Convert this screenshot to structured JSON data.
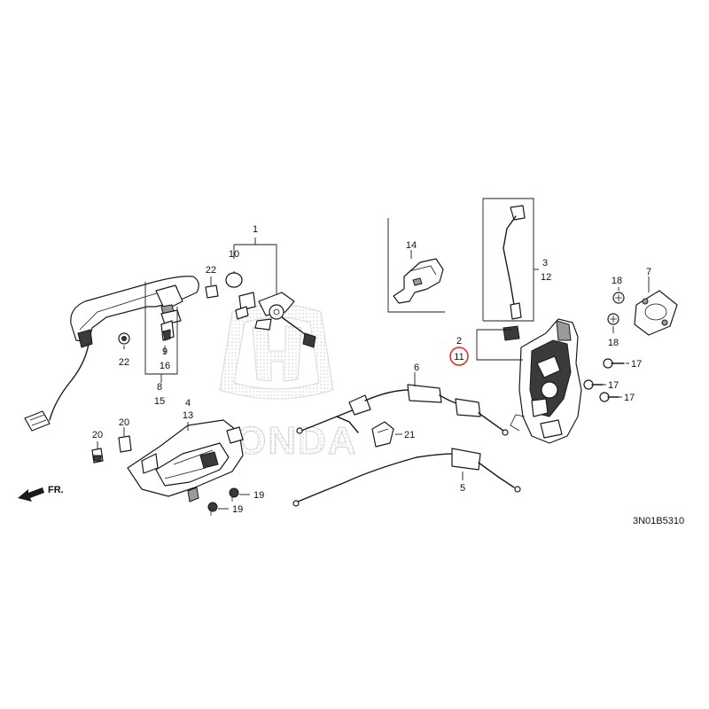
{
  "watermark": {
    "logo_text": "HONDA"
  },
  "diagram_code": "3N01B5310",
  "direction_label": "FR.",
  "callouts": {
    "c1": "1",
    "c2": "2",
    "c3": "3",
    "c4": "4",
    "c5": "5",
    "c6": "6",
    "c7": "7",
    "c8": "8",
    "c9": "9",
    "c10": "10",
    "c11": "11",
    "c12": "12",
    "c13": "13",
    "c14": "14",
    "c15": "15",
    "c16": "16",
    "c17a": "17",
    "c17b": "17",
    "c17c": "17",
    "c18a": "18",
    "c18b": "18",
    "c19a": "19",
    "c19b": "19",
    "c20a": "20",
    "c20b": "20",
    "c21": "21",
    "c22a": "22",
    "c22b": "22"
  },
  "colors": {
    "line": "#1a1a1a",
    "highlight": "#e8261c",
    "watermark": "#cfcfcf"
  },
  "highlighted_callout": "11"
}
